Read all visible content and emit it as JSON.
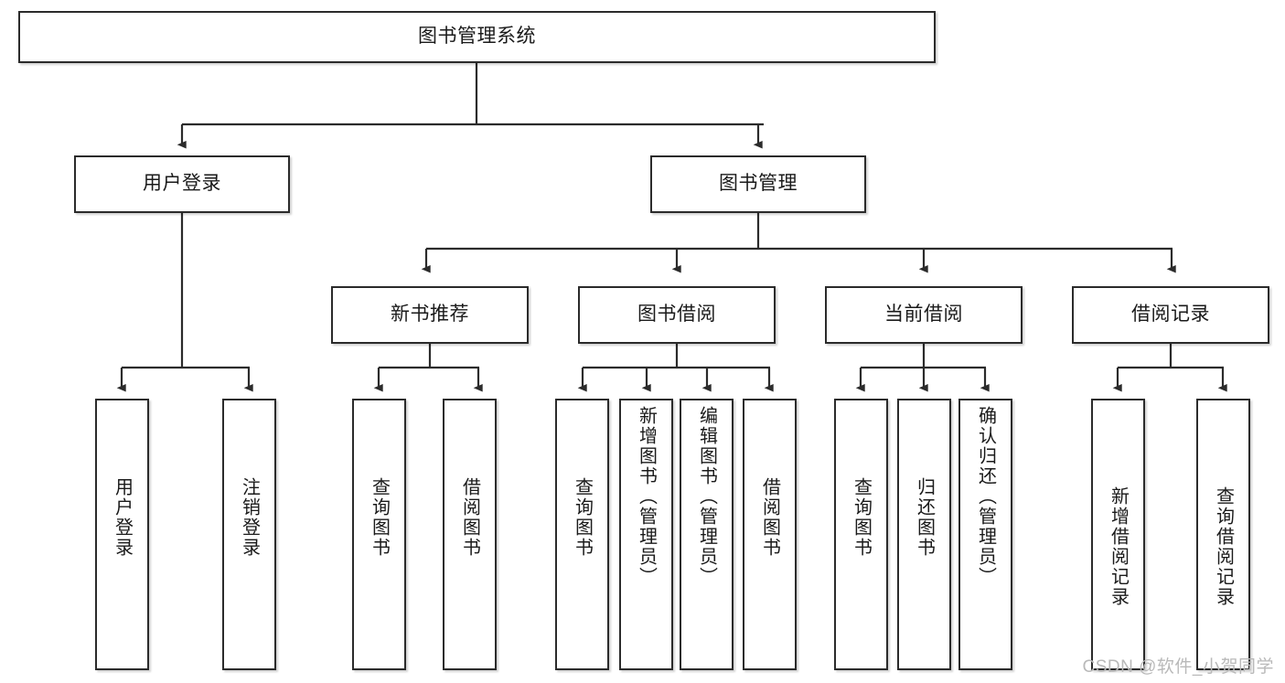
{
  "diagram": {
    "type": "tree-hierarchy",
    "title": "图书管理系统",
    "levels": [
      {
        "level": 1,
        "nodes": [
          {
            "id": "root",
            "label": "图书管理系统",
            "orientation": "horizontal"
          }
        ]
      },
      {
        "level": 2,
        "nodes": [
          {
            "id": "user-login",
            "label": "用户登录",
            "orientation": "horizontal",
            "parent": "root"
          },
          {
            "id": "book-manage",
            "label": "图书管理",
            "orientation": "horizontal",
            "parent": "root"
          }
        ]
      },
      {
        "level": 3,
        "nodes": [
          {
            "id": "new-book-recommend",
            "label": "新书推荐",
            "orientation": "horizontal",
            "parent": "book-manage"
          },
          {
            "id": "book-borrow",
            "label": "图书借阅",
            "orientation": "horizontal",
            "parent": "book-manage"
          },
          {
            "id": "current-borrow",
            "label": "当前借阅",
            "orientation": "horizontal",
            "parent": "book-manage"
          },
          {
            "id": "borrow-record",
            "label": "借阅记录",
            "orientation": "horizontal",
            "parent": "book-manage"
          }
        ]
      },
      {
        "level": 4,
        "nodes": [
          {
            "id": "leaf-user-login",
            "label": "用户登录",
            "orientation": "vertical",
            "parent": "user-login"
          },
          {
            "id": "leaf-user-logout",
            "label": "注销登录",
            "orientation": "vertical",
            "parent": "user-login"
          },
          {
            "id": "leaf-query-book-1",
            "label": "查询图书",
            "orientation": "vertical",
            "parent": "new-book-recommend"
          },
          {
            "id": "leaf-borrow-book-1",
            "label": "借阅图书",
            "orientation": "vertical",
            "parent": "new-book-recommend"
          },
          {
            "id": "leaf-query-book-2",
            "label": "查询图书",
            "orientation": "vertical",
            "parent": "book-borrow"
          },
          {
            "id": "leaf-add-book",
            "label": "新增图书（管理员）",
            "orientation": "vertical",
            "parent": "book-borrow"
          },
          {
            "id": "leaf-edit-book",
            "label": "编辑图书（管理员）",
            "orientation": "vertical",
            "parent": "book-borrow"
          },
          {
            "id": "leaf-borrow-book-2",
            "label": "借阅图书",
            "orientation": "vertical",
            "parent": "book-borrow"
          },
          {
            "id": "leaf-query-book-3",
            "label": "查询图书",
            "orientation": "vertical",
            "parent": "current-borrow"
          },
          {
            "id": "leaf-return-book",
            "label": "归还图书",
            "orientation": "vertical",
            "parent": "current-borrow"
          },
          {
            "id": "leaf-confirm-return",
            "label": "确认归还（管理员）",
            "orientation": "vertical",
            "parent": "current-borrow"
          },
          {
            "id": "leaf-add-record",
            "label": "新增借阅记录",
            "orientation": "vertical",
            "parent": "borrow-record"
          },
          {
            "id": "leaf-query-record",
            "label": "查询借阅记录",
            "orientation": "vertical",
            "parent": "borrow-record"
          }
        ]
      }
    ]
  },
  "watermark": {
    "text": "CSDN @软件_小贺同学"
  },
  "colors": {
    "stroke": "#2b2b2b",
    "fill": "#ffffff",
    "text": "#1a1a1a",
    "watermark": "#b9b9b9"
  }
}
